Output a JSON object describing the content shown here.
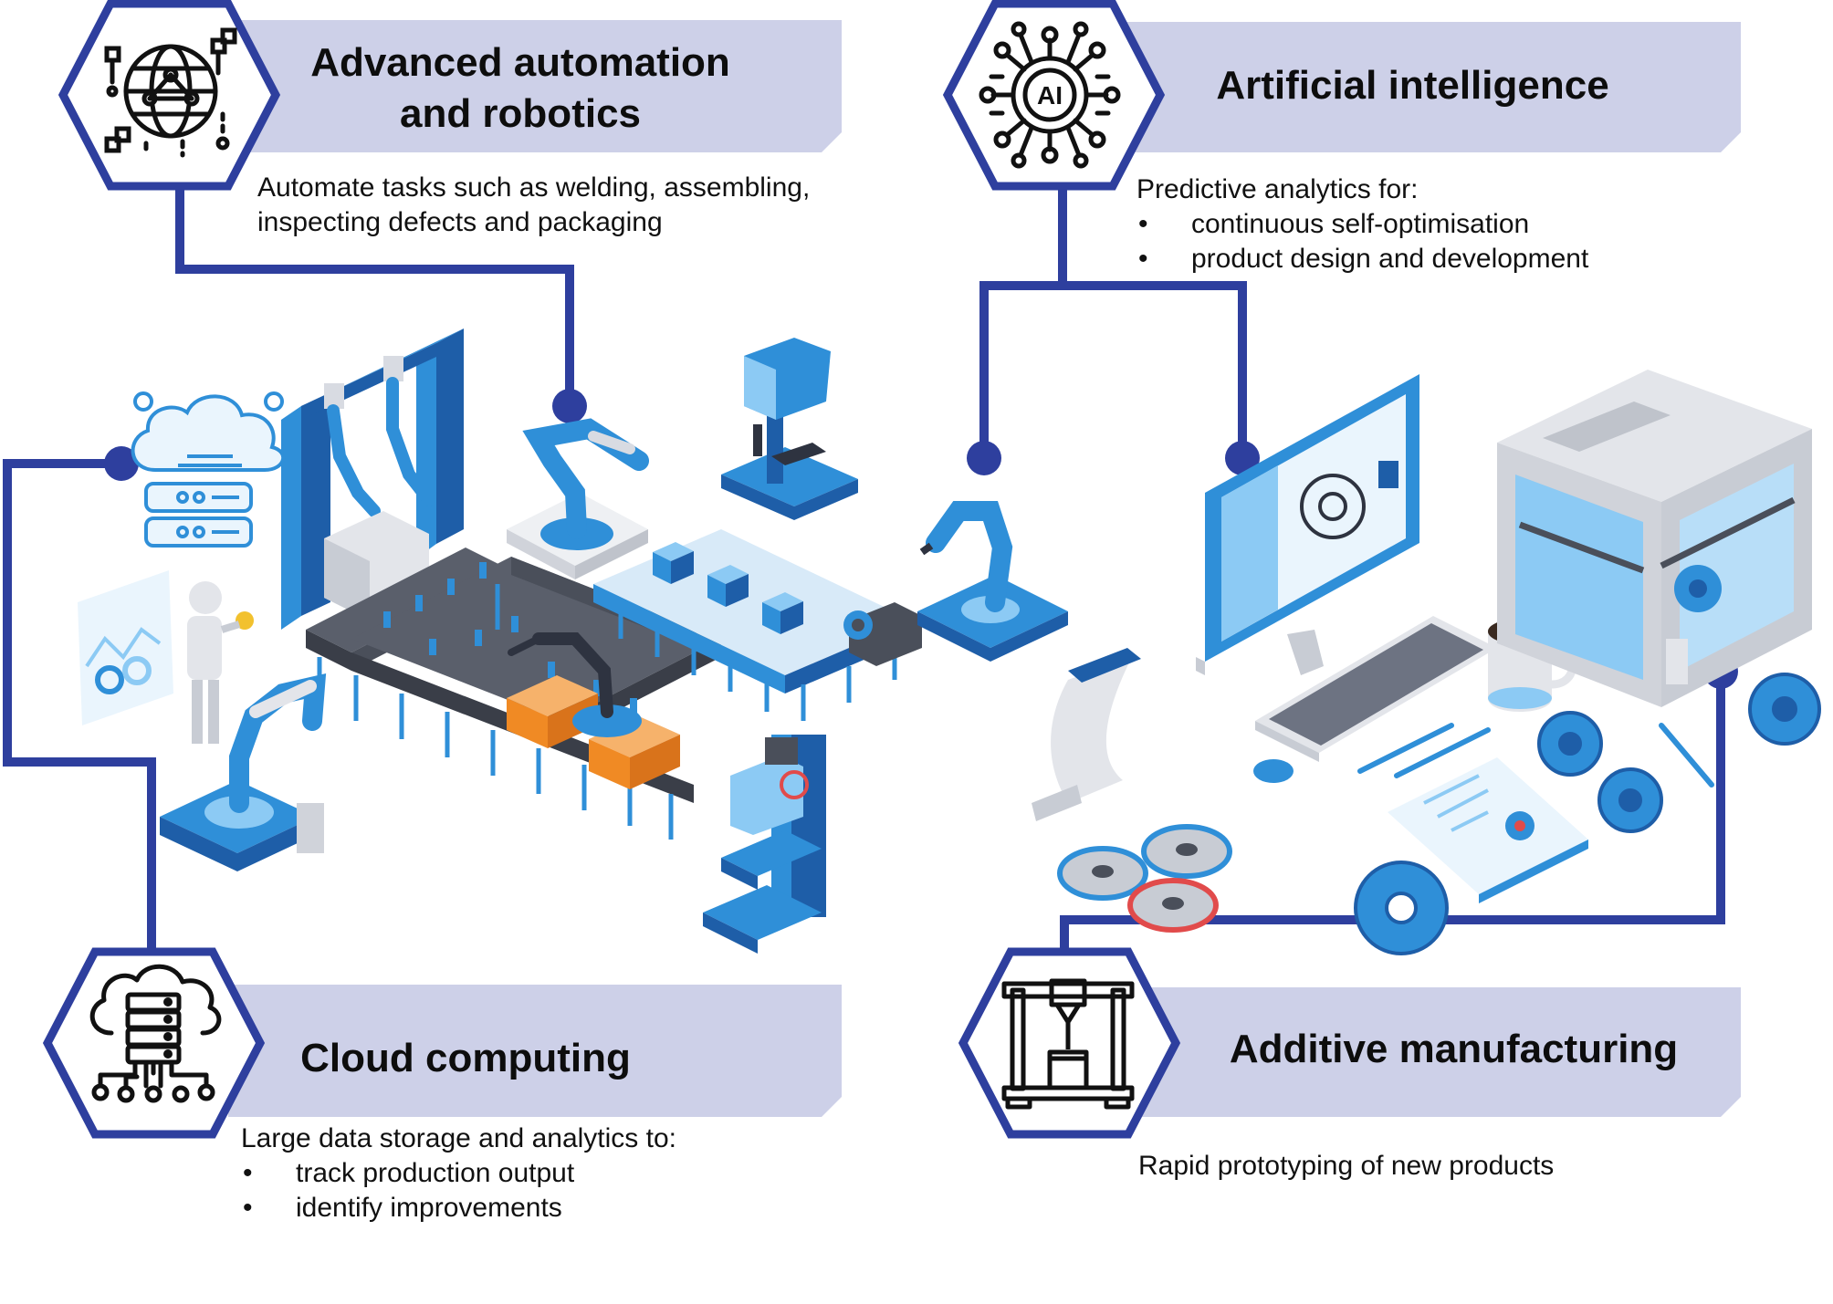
{
  "colors": {
    "navy": "#2e3f9e",
    "banner": "#cdd0e8",
    "machine_blue": "#2f8fd8",
    "machine_light": "#8ccaf4",
    "machine_dark": "#1e5ea8",
    "grey_dark": "#4a4f5a",
    "orange": "#f08a24"
  },
  "sections": {
    "automation": {
      "icon": "globe-network-icon",
      "title_line1": "Advanced automation",
      "title_line2": "and robotics",
      "desc_line1": "Automate tasks such as welding, assembling,",
      "desc_line2": "inspecting defects and packaging"
    },
    "ai": {
      "icon": "ai-chip-icon",
      "title": "Artificial intelligence",
      "intro": "Predictive analytics for:",
      "bullets": [
        "continuous self-optimisation",
        "product design and development"
      ]
    },
    "cloud": {
      "icon": "cloud-server-icon",
      "title": "Cloud computing",
      "intro": "Large data storage and analytics to:",
      "bullets": [
        "track production output",
        "identify improvements"
      ]
    },
    "additive": {
      "icon": "3d-printer-icon",
      "title": "Additive manufacturing",
      "desc": "Rapid prototyping of new products"
    }
  }
}
